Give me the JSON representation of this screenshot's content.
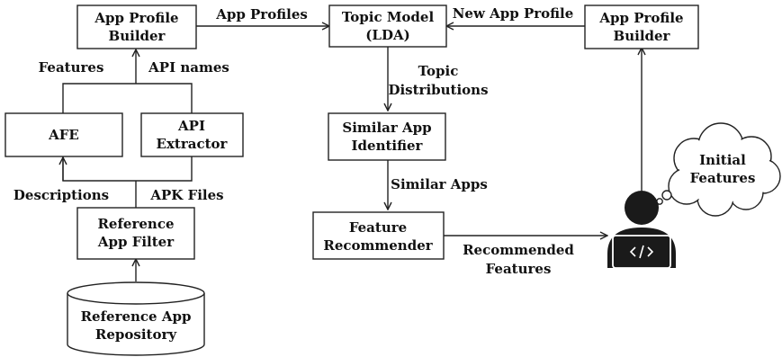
{
  "nodes": {
    "app_profile_builder_left": [
      "App Profile",
      "Builder"
    ],
    "topic_model": [
      "Topic Model",
      "(LDA)"
    ],
    "app_profile_builder_right": [
      "App Profile",
      "Builder"
    ],
    "afe": [
      "AFE"
    ],
    "api_extractor": [
      "API",
      "Extractor"
    ],
    "similar_app_identifier": [
      "Similar App",
      "Identifier"
    ],
    "reference_app_filter": [
      "Reference",
      "App Filter"
    ],
    "feature_recommender": [
      "Feature",
      "Recommender"
    ],
    "reference_app_repository": [
      "Reference App",
      "Repository"
    ],
    "initial_features_cloud": [
      "Initial",
      "Features"
    ]
  },
  "edges": {
    "app_profiles": [
      "App Profiles"
    ],
    "new_app_profile": [
      "New App Profile"
    ],
    "features": [
      "Features"
    ],
    "api_names": [
      "API names"
    ],
    "topic_distributions": [
      "Topic",
      "Distributions"
    ],
    "descriptions": [
      "Descriptions"
    ],
    "apk_files": [
      "APK Files"
    ],
    "similar_apps": [
      "Similar Apps"
    ],
    "recommended_features": [
      "Recommended",
      "Features"
    ]
  },
  "icons": {
    "developer": "developer-with-laptop-icon",
    "code": "code-brackets-icon"
  },
  "colors": {
    "line": "#222222",
    "text": "#111111",
    "background": "#ffffff"
  }
}
